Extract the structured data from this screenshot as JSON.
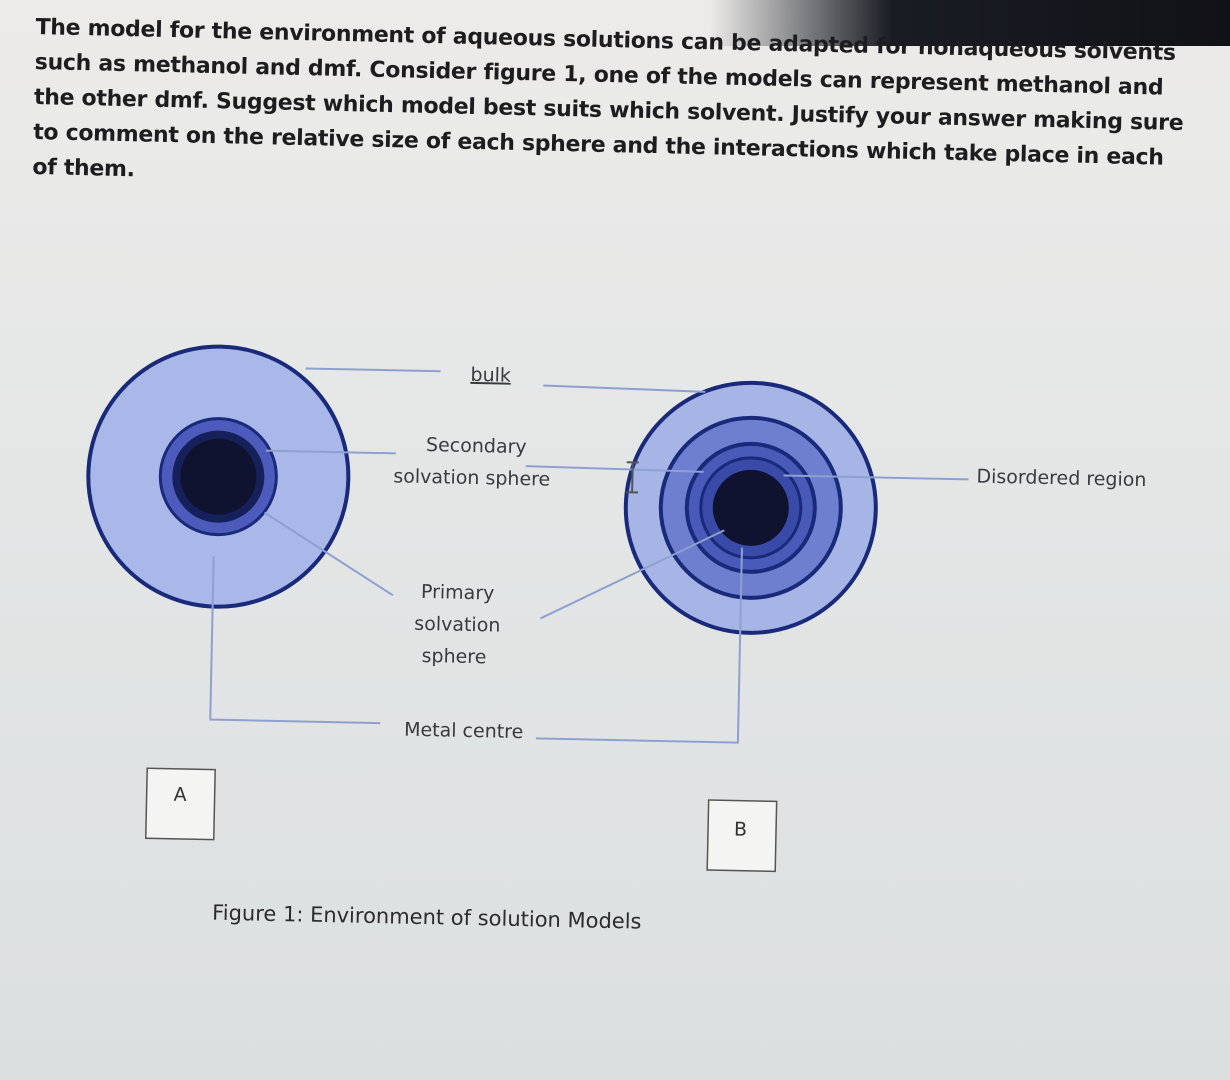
{
  "question": {
    "text": "The model for the environment of aqueous solutions can be adapted for nonaqueous solvents such as methanol and dmf. Consider figure 1, one of the models can represent methanol and the other dmf. Suggest which model best suits which solvent. Justify your answer making sure to comment on the relative size of each sphere and the interactions which take place in each of them."
  },
  "figure": {
    "labels": {
      "bulk": "bulk",
      "secondary_line1": "Secondary",
      "secondary_line2": "solvation sphere",
      "disordered": "Disordered region",
      "primary_line1": "Primary",
      "primary_line2": "solvation",
      "primary_line3": "sphere",
      "metal_centre": "Metal centre"
    },
    "model_a_label": "A",
    "model_b_label": "B",
    "caption": "Figure 1: Environment of solution Models"
  },
  "colors": {
    "bulk_fill": "#a9b8e8",
    "outline": "#1a2a7a",
    "ring_mid": "#6f7fd0",
    "ring_dark": "#4a5ab8",
    "core": "#0f1330",
    "leader_line": "#8ea0d0"
  }
}
